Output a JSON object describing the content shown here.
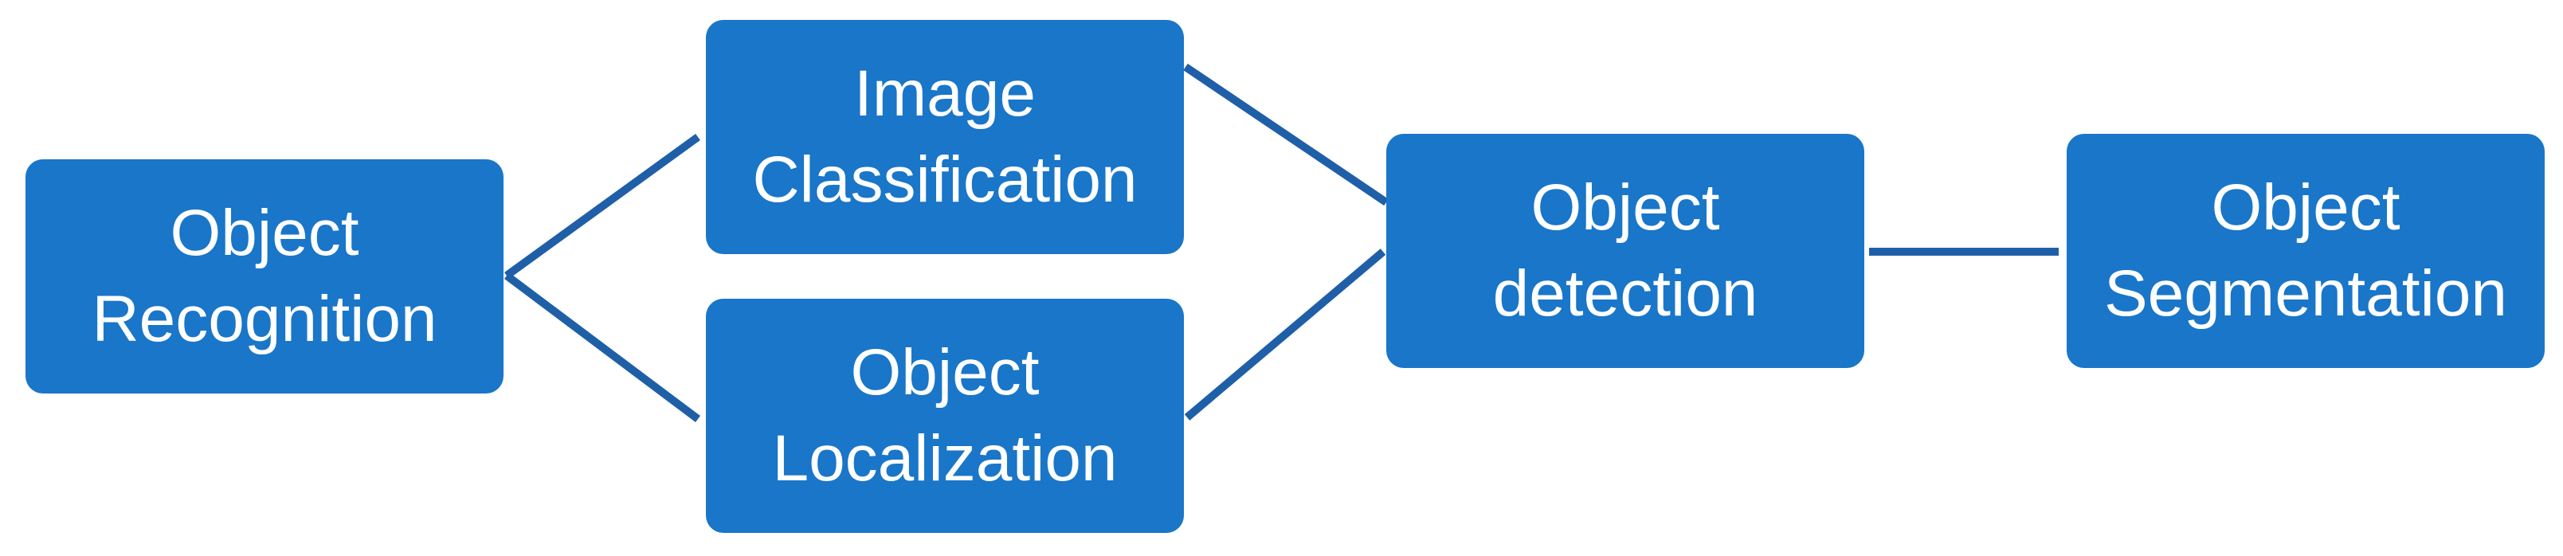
{
  "diagram": {
    "colors": {
      "node_fill": "#1976c9",
      "connector": "#1f5fa8",
      "text": "#ffffff",
      "background": "#ffffff"
    },
    "nodes": {
      "recognition": {
        "line1": "Object",
        "line2": "Recognition"
      },
      "classification": {
        "line1": "Image",
        "line2": "Classification"
      },
      "localization": {
        "line1": "Object",
        "line2": "Localization"
      },
      "detection": {
        "line1": "Object",
        "line2": "detection"
      },
      "segmentation": {
        "line1": "Object",
        "line2": "Segmentation"
      }
    },
    "edges": [
      {
        "from": "Object Recognition",
        "to": "Image Classification"
      },
      {
        "from": "Object Recognition",
        "to": "Object Localization"
      },
      {
        "from": "Image Classification",
        "to": "Object detection"
      },
      {
        "from": "Object Localization",
        "to": "Object detection"
      },
      {
        "from": "Object detection",
        "to": "Object Segmentation"
      }
    ]
  }
}
